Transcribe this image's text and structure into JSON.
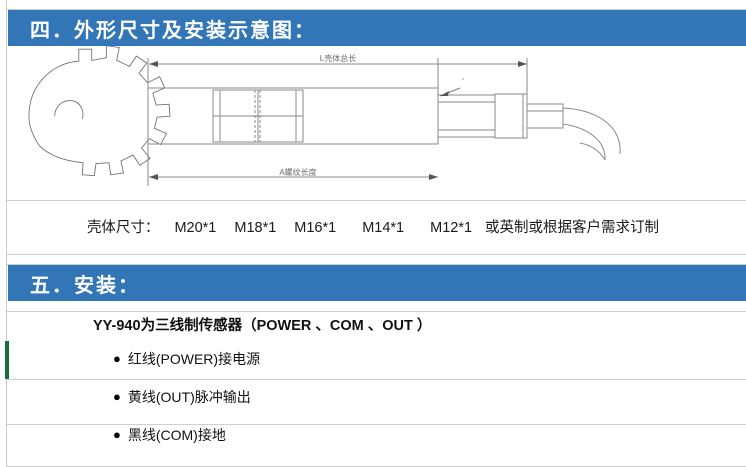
{
  "page": {
    "accent_blue": "#3276b8",
    "accent_green": "#17703c",
    "rule_gray": "#c9c9c9"
  },
  "sections": [
    {
      "number": "四．",
      "title": "四．外形尺寸及安装示意图："
    },
    {
      "number": "五．",
      "title": "五．安装："
    }
  ],
  "diagram": {
    "caption_total_length": "L壳体总长",
    "caption_thread_length": "A螺纹长度",
    "gear_label": "gear-wheel",
    "sensor_label": "sensor-body"
  },
  "housing": {
    "lead_label": "壳体尺寸：",
    "specs": [
      "M20*1",
      "M18*1",
      "M16*1",
      "M14*1",
      "M12*1"
    ],
    "tail_note": "或英制或根据客户需求订制",
    "full_line": "壳体尺寸： M20*1  M18*1  M16*1   M14*1   M12*1 或英制或根据客户需求订制"
  },
  "install": {
    "heading": "YY-940为三线制传感器（POWER 、COM 、OUT ）",
    "bullet_glyph": "●",
    "wires": [
      {
        "text": "红线(POWER)接电源"
      },
      {
        "text": "黄线(OUT)脉冲输出"
      },
      {
        "text": "黑线(COM)接地"
      }
    ]
  }
}
